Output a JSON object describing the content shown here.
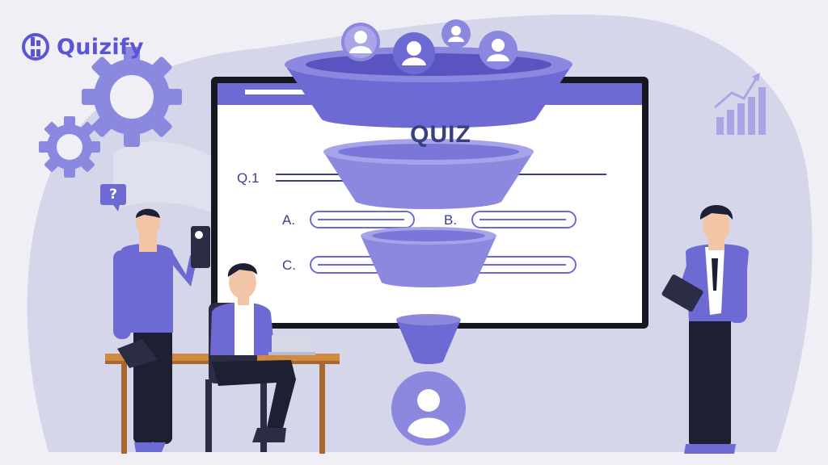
{
  "brand": {
    "name": "Quizify",
    "logo_icon": "quizify-logo-icon"
  },
  "screen": {
    "title": "QUIZ",
    "question_number": "Q.1",
    "options": {
      "a": "A.",
      "b": "B.",
      "c": "C."
    }
  },
  "speech_bubble": {
    "symbol": "?"
  },
  "colors": {
    "brand": "#5b55d6",
    "primary_purple": "#6e6ad3",
    "light_purple": "#8c88e0",
    "blob": "#d5d6e9",
    "dark_navy": "#1d1f33"
  }
}
